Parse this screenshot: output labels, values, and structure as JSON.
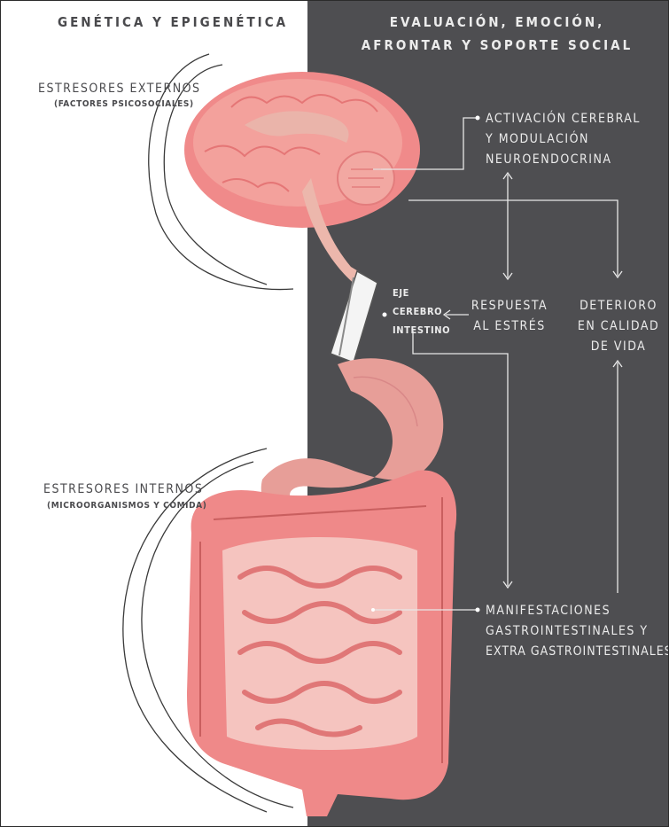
{
  "header": {
    "left": "GENÉTICA Y EPIGENÉTICA",
    "right_line1": "EVALUACIÓN, EMOCIÓN,",
    "right_line2": "AFRONTAR Y SOPORTE SOCIAL"
  },
  "external_stressors": {
    "title": "ESTRESORES EXTERNOS",
    "subtitle": "(FACTORES PSICOSOCIALES)"
  },
  "internal_stressors": {
    "title": "ESTRESORES INTERNOS",
    "subtitle": "(MICROORGANISMOS Y COMIDA)"
  },
  "brain_activation": {
    "line1": "ACTIVACIÓN CEREBRAL",
    "line2": "Y MODULACIÓN",
    "line3": "NEUROENDOCRINA"
  },
  "axis": {
    "line1": "EJE",
    "line2": "CEREBRO",
    "line3": "INTESTINO"
  },
  "stress_response": {
    "line1": "RESPUESTA",
    "line2": "AL ESTRÉS"
  },
  "quality_of_life": {
    "line1": "DETERIORO",
    "line2": "EN CALIDAD",
    "line3": "DE VIDA"
  },
  "manifestations": {
    "line1": "MANIFESTACIONES",
    "line2": "GASTROINTESTINALES Y",
    "line3": "EXTRA GASTROINTESTINALES"
  },
  "colors": {
    "dark_panel": "#4e4e51",
    "light_text": "#ececec",
    "dark_text": "#4a4a4d",
    "organ_pink": "#f08a8a",
    "organ_light": "#f6b3ad"
  }
}
